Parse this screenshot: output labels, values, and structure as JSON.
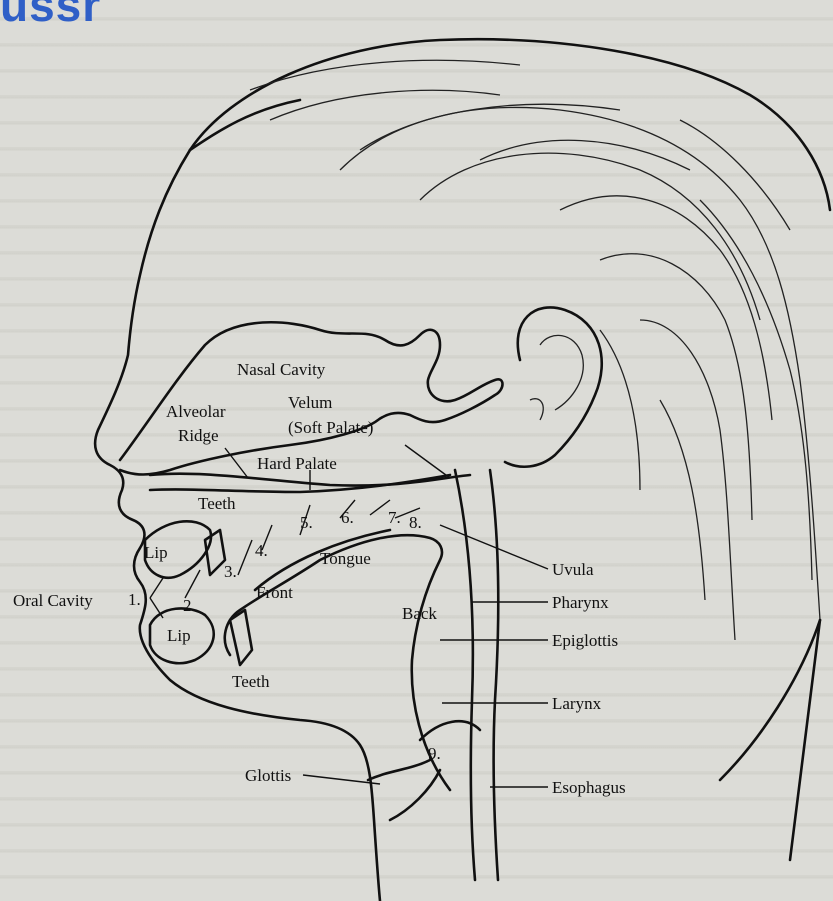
{
  "header": {
    "title_fragment": "ussr"
  },
  "labels": {
    "nasal_cavity": "Nasal Cavity",
    "alveolar_1": "Alveolar",
    "alveolar_2": "Ridge",
    "velum_1": "Velum",
    "velum_2": "(Soft Palate)",
    "hard_palate": "Hard Palate",
    "teeth_top": "Teeth",
    "teeth_bottom": "Teeth",
    "lip_top": "Lip",
    "lip_bottom": "Lip",
    "oral_cavity": "Oral Cavity",
    "tongue": "Tongue",
    "front": "Front",
    "back": "Back",
    "uvula": "Uvula",
    "pharynx": "Pharynx",
    "epiglottis": "Epiglottis",
    "larynx": "Larynx",
    "glottis": "Glottis",
    "esophagus": "Esophagus"
  },
  "numbers": {
    "n1": "1.",
    "n2": "2.",
    "n3": "3.",
    "n4": "4.",
    "n5": "5.",
    "n6": "6.",
    "n7": "7.",
    "n8": "8.",
    "n9": "9."
  }
}
